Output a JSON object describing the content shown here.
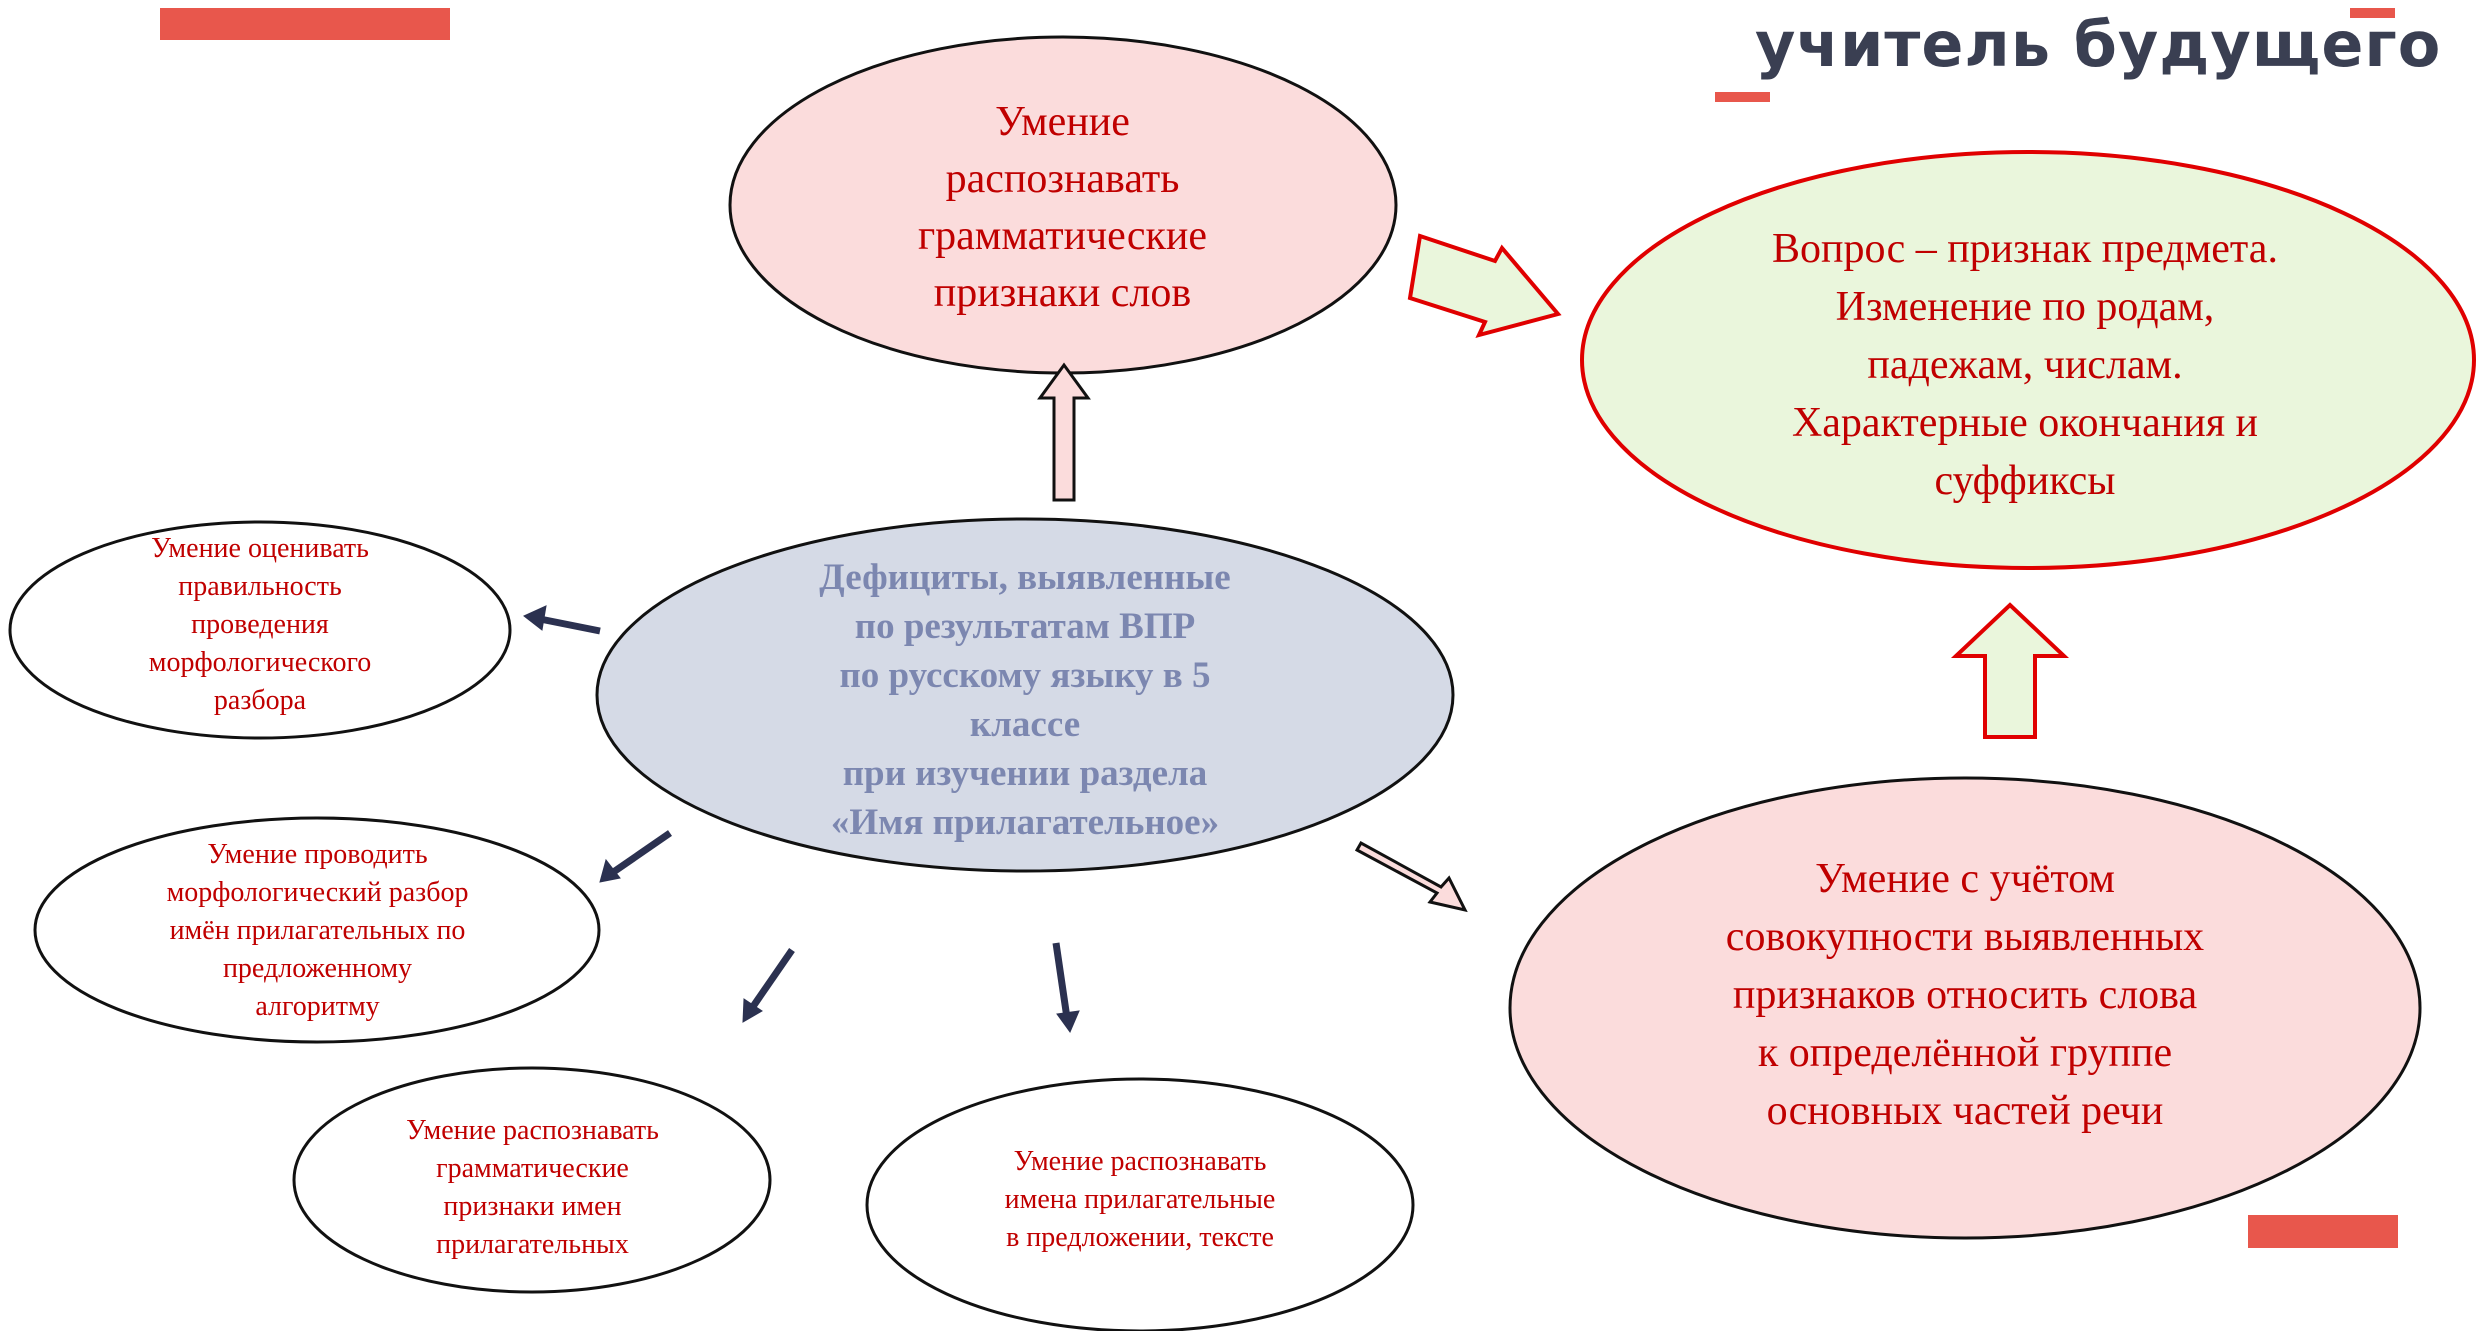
{
  "logo": {
    "text": "учитель будущего"
  },
  "nodes": {
    "center": "Дефициты, выявленные\nпо результатам ВПР\nпо русскому языку в 5\nклассе\nпри изучении раздела\n«Имя прилагательное»",
    "top": "Умение\nраспознавать\nграмматические\nпризнаки слов",
    "right_top": "Вопрос – признак предмета.\nИзменение по родам,\nпадежам, числам.\nХарактерные окончания и\nсуффиксы",
    "right_bottom": "Умение с учётом\nсовокупности выявленных\nпризнаков относить слова\nк определённой группе\nосновных частей речи",
    "left1": "Умение оценивать\nправильность\nпроведения\nморфологического\nразбора",
    "left2": "Умение проводить\nморфологический разбор\nимён прилагательных по\nпредложенному\nалгоритму",
    "bottom_left": "Умение распознавать\nграмматические\nпризнаки имен\nприлагательных",
    "bottom_mid": "Умение распознавать\nимена прилагательные\nв предложении, тексте"
  },
  "colors": {
    "accent": "#e8574c",
    "center_fill": "#d5dae6",
    "center_text": "#7c87b0",
    "pink_fill": "#fbdcdc",
    "green_fill": "#eaf6dc",
    "red_text": "#c00000",
    "dark_stroke": "#111111",
    "red_stroke": "#e00000",
    "arrow_dark": "#2b3150"
  }
}
